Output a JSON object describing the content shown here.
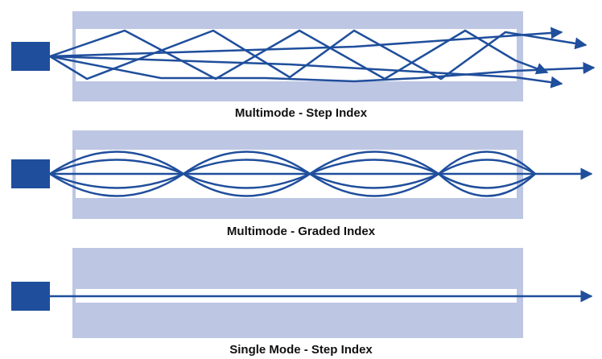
{
  "colors": {
    "cladding": "#bdc6e3",
    "core": "#ffffff",
    "ray": "#1f4e9c",
    "source": "#1f4e9c",
    "caption": "#111111"
  },
  "diagrams": [
    {
      "id": "multimode-step",
      "caption": "Multimode - Step Index"
    },
    {
      "id": "multimode-graded",
      "caption": "Multimode - Graded Index"
    },
    {
      "id": "single-mode-step",
      "caption": "Single Mode - Step Index"
    }
  ]
}
